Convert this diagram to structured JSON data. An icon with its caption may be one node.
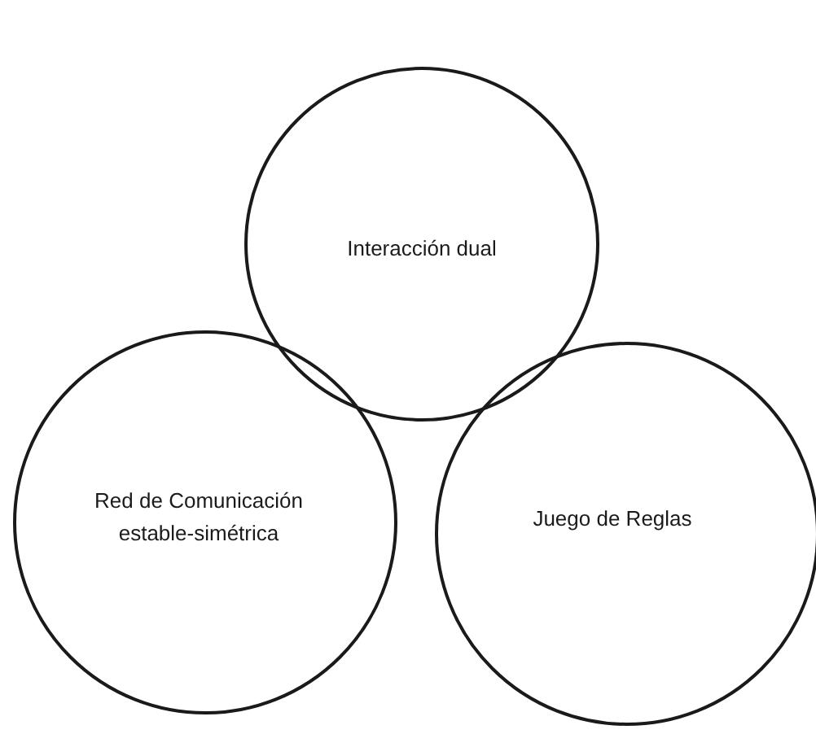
{
  "diagram": {
    "nodes": [
      {
        "text": [
          "Interacción dual"
        ]
      },
      {
        "text": [
          "Red de Comunicación estable-simétrica"
        ]
      },
      {
        "text": [
          "Juego de Reglas"
        ]
      }
    ]
  }
}
